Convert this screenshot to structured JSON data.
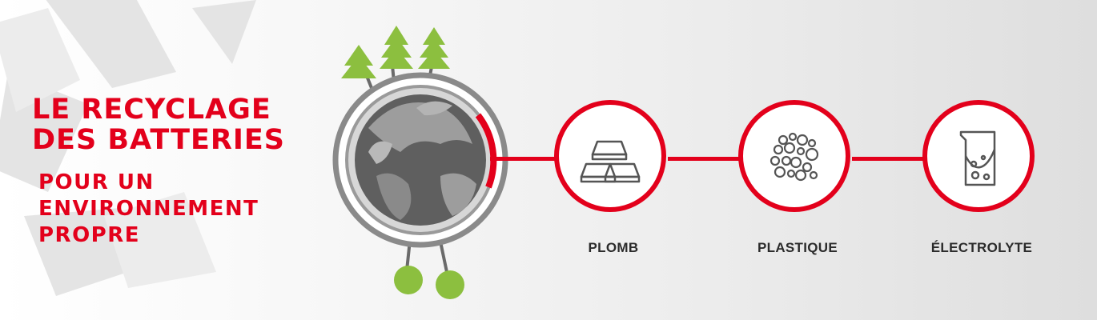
{
  "headline": {
    "line1": "LE RECYCLAGE",
    "line2": "DES BATTERIES"
  },
  "subline": {
    "line1": "POUR UN",
    "line2": "ENVIRONNEMENT",
    "line3": "PROPRE"
  },
  "materials": [
    {
      "label": "PLOMB",
      "icon": "lead-ingots-icon"
    },
    {
      "label": "PLASTIQUE",
      "icon": "plastic-pellets-icon"
    },
    {
      "label": "ÉLECTROLYTE",
      "icon": "electrolyte-beaker-icon"
    }
  ],
  "colors": {
    "accent": "#e3001b",
    "label_text": "#2b2b2b",
    "tree_green": "#8cbf3f",
    "globe_grey": "#5f5f5f"
  }
}
